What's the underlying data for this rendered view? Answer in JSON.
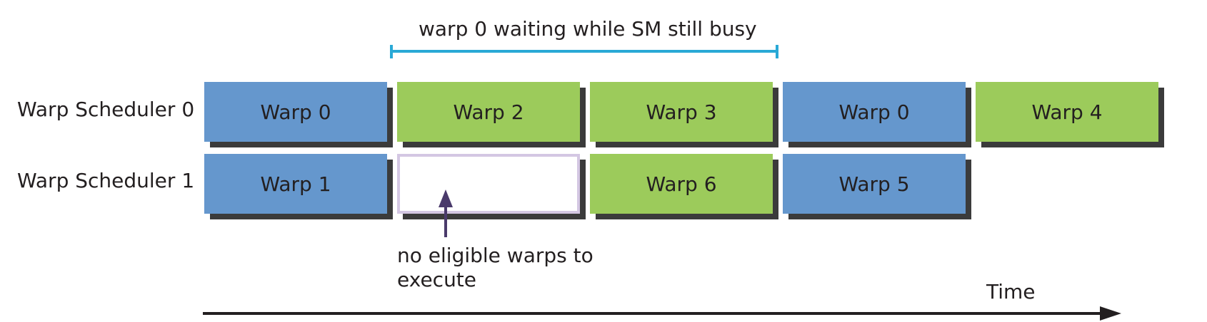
{
  "colors": {
    "blue": "#6597cd",
    "green": "#9ccb5b",
    "empty_border": "#d4c7e3",
    "bracket": "#29a9d6",
    "arrow": "#4a3a6b",
    "axis": "#231f20"
  },
  "bracket_label": "warp 0 waiting while SM still busy",
  "rows": [
    {
      "label": "Warp Scheduler 0",
      "blocks": [
        {
          "text": "Warp 0",
          "color": "blue"
        },
        {
          "text": "Warp 2",
          "color": "green"
        },
        {
          "text": "Warp 3",
          "color": "green"
        },
        {
          "text": "Warp 0",
          "color": "blue"
        },
        {
          "text": "Warp 4",
          "color": "green"
        }
      ]
    },
    {
      "label": "Warp Scheduler 1",
      "blocks": [
        {
          "text": "Warp 1",
          "color": "blue"
        },
        {
          "text": "",
          "color": "empty"
        },
        {
          "text": "Warp 6",
          "color": "green"
        },
        {
          "text": "Warp 5",
          "color": "blue"
        }
      ]
    }
  ],
  "idle_note_line1": "no eligible warps to",
  "idle_note_line2": "execute",
  "time_label": "Time"
}
